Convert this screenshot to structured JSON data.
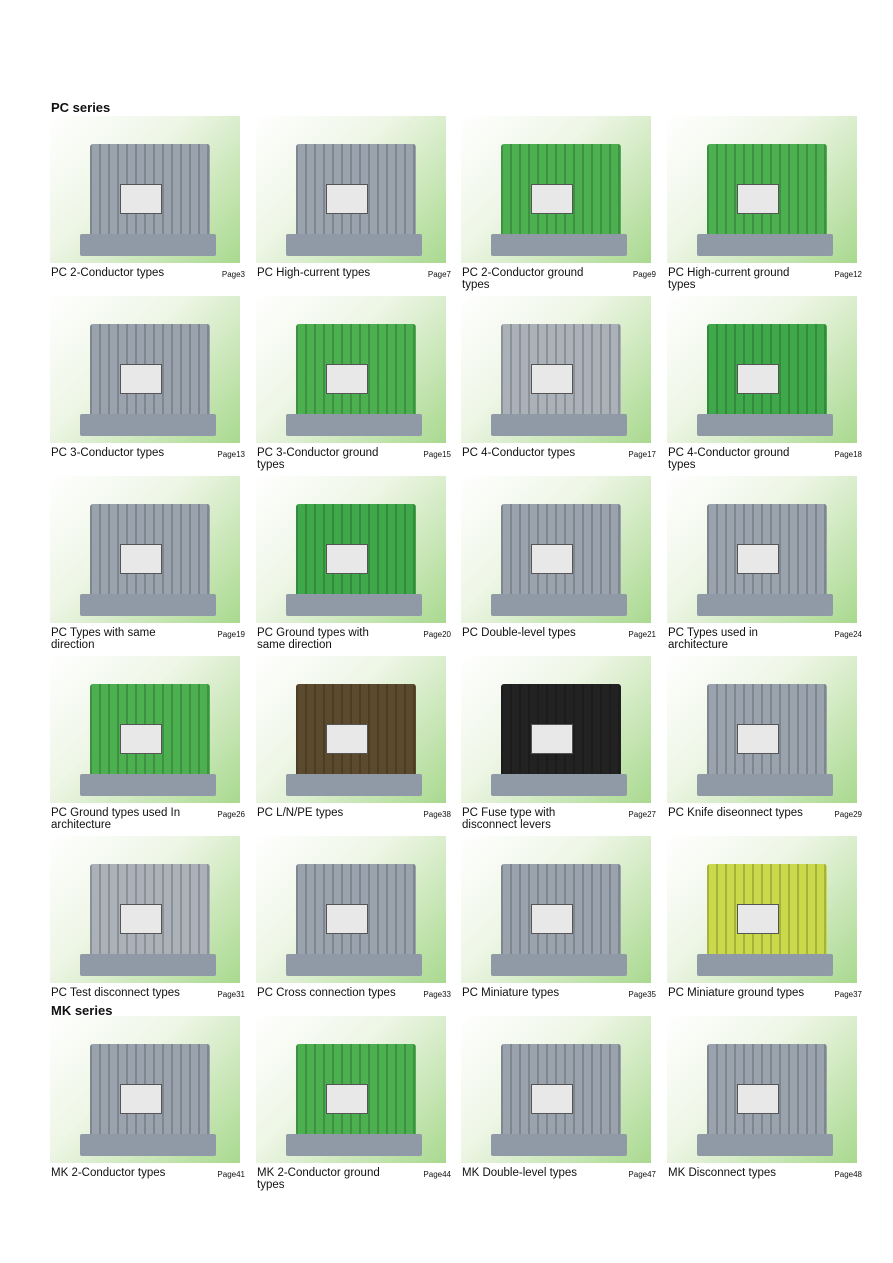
{
  "series": [
    {
      "title": "PC series"
    },
    {
      "title": "MK series"
    }
  ],
  "cards": [
    {
      "title": "PC 2-Conductor types",
      "page": "Page3",
      "color": "#9aa3ad"
    },
    {
      "title": "PC High-current types",
      "page": "Page7",
      "color": "#9aa3ad"
    },
    {
      "title": "PC 2-Conductor ground types",
      "page": "Page9",
      "color": "#4caf50"
    },
    {
      "title": "PC High-current ground types",
      "page": "Page12",
      "color": "#4caf50"
    },
    {
      "title": "PC 3-Conductor types",
      "page": "Page13",
      "color": "#9aa3ad"
    },
    {
      "title": "PC 3-Conductor ground types",
      "page": "Page15",
      "color": "#4caf50"
    },
    {
      "title": "PC 4-Conductor types",
      "page": "Page17",
      "color": "#aab1b8"
    },
    {
      "title": "PC 4-Conductor ground types",
      "page": "Page18",
      "color": "#3fa84a"
    },
    {
      "title": "PC Types with same direction",
      "page": "Page19",
      "color": "#9aa3ad"
    },
    {
      "title": "PC Ground types with same direction",
      "page": "Page20",
      "color": "#3fa84a"
    },
    {
      "title": "PC Double-level types",
      "page": "Page21",
      "color": "#9aa3ad"
    },
    {
      "title": "PC Types used in architecture",
      "page": "Page24",
      "color": "#9aa3ad"
    },
    {
      "title": "PC Ground types used In  architecture",
      "page": "Page26",
      "color": "#4caf50"
    },
    {
      "title": "PC L/N/PE types",
      "page": "Page38",
      "color": "#5b4a2e"
    },
    {
      "title": "PC Fuse type with disconnect levers",
      "page": "Page27",
      "color": "#222222"
    },
    {
      "title": "PC Knife diseonnect types",
      "page": "Page29",
      "color": "#9aa3ad"
    },
    {
      "title": "PC Test disconnect types",
      "page": "Page31",
      "color": "#aab1b8"
    },
    {
      "title": "PC Cross connection types",
      "page": "Page33",
      "color": "#9aa3ad"
    },
    {
      "title": "PC Miniature types",
      "page": "Page35",
      "color": "#9aa3ad"
    },
    {
      "title": "PC Miniature ground types",
      "page": "Page37",
      "color": "#c9d94a"
    },
    {
      "title": "MK 2-Conductor types",
      "page": "Page41",
      "color": "#9aa3ad"
    },
    {
      "title": "MK 2-Conductor ground types",
      "page": "Page44",
      "color": "#4caf50"
    },
    {
      "title": "MK Double-level types",
      "page": "Page47",
      "color": "#9aa3ad"
    },
    {
      "title": "MK Disconnect types",
      "page": "Page48",
      "color": "#9aa3ad"
    }
  ]
}
